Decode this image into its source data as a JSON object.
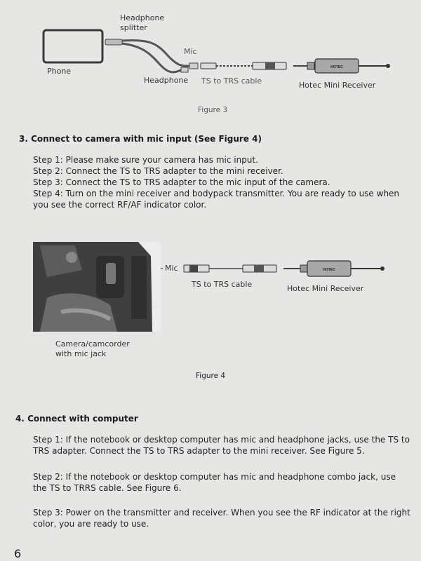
{
  "figure3": {
    "label_headphone_splitter": "Headphone\nsplitter",
    "label_phone": "Phone",
    "label_mic": "Mic",
    "label_headphone": "Headphone",
    "label_cable": "TS to TRS cable",
    "label_receiver": "Hotec Mini Receiver",
    "receiver_brand": "HOTEC",
    "caption": "Figure 3"
  },
  "section3": {
    "heading": "3.  Connect to camera with mic input (See Figure 4)",
    "steps": [
      "Step 1: Please make sure your camera has mic input.",
      "Step 2: Connect the TS to TRS adapter to the mini receiver.",
      "Step 3: Connect the TS to TRS adapter to the mic input of the camera.",
      "Step 4: Turn on the mini receiver and bodypack transmitter. You are ready to use when you see the correct RF/AF indicator color."
    ]
  },
  "figure4": {
    "label_mic": "Mic",
    "label_cable": "TS to TRS cable",
    "label_receiver": "Hotec Mini Receiver",
    "receiver_brand": "HOTEC",
    "label_camera": "Camera/camcorder\nwith mic jack",
    "caption": "Figure 4"
  },
  "section4": {
    "heading": "4.  Connect with computer",
    "steps": [
      "Step 1: If the notebook or desktop computer has mic and headphone jacks, use the TS to TRS adapter. Connect the TS to TRS adapter to the mini receiver. See Figure 5.",
      "Step 2: If the notebook or desktop computer has mic and headphone combo jack, use the TS to TRRS cable. See Figure 6.",
      "Step 3: Power on the transmitter and receiver. When you see the RF indicator at the right color, you are ready to use."
    ]
  },
  "page_number": "6"
}
